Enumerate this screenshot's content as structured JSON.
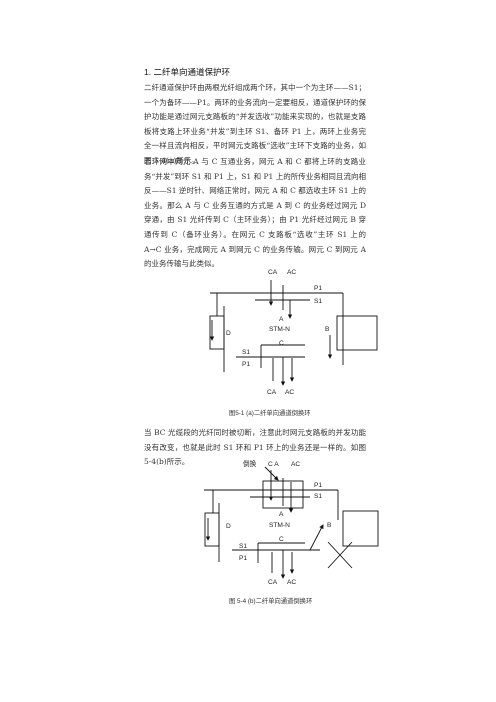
{
  "heading": "1. 二纤单向通道保护环",
  "paragraph1": "二纤通道保护环由两根光纤组成两个环，其中一个为主环——S1；一个为备环——P1。两环的业务流向一定要相反，通道保护环的保护功能是通过网元支路板的“并发选收”功能来实现的，也就是支路板将支路上环业务“并发”到主环 S1、备环 P1 上，两环上业务完全一样且流向相反，平时网元支路板“选收”主环下支路的业务，如图 5-4(a)所示。",
  "paragraph2": "若环网中网元 A 与 C 互通业务，网元 A 和 C 都将上环的支路业务“并发”到环 S1 和 P1 上，S1 和 P1 上的所传业务相同且流向相反——S1 逆时针、网络正常时，网元 A 和 C 都选收主环 S1 上的业务。那么 A 与 C 业务互通的方式是 A 到 C 的业务经过网元 D 穿通，由 S1 光纤传到 C（主环业务）；由 P1 光纤经过网元 B 穿通传到 C（备环业务）。在网元 C 支路板“选收”主环 S1 上的 A→C 业务，完成网元 A 到网元 C 的业务传输。网元 C 到网元 A 的业务传输与此类似。",
  "paragraph3": "当 BC 光缆段的光纤同时被切断，注意此时网元支路板的并发功能没有改变，也就是此时 S1 环和 P1 环上的业务还是一样的。如图 5-4(b)所示。",
  "figure1": {
    "caption": "图5-1  (a)二纤单向通道倒换环",
    "labels": {
      "top_ca": "CA",
      "top_ac": "AC",
      "p1": "P1",
      "s1": "S1",
      "a": "A",
      "stm": "STM-N",
      "c": "C",
      "d": "D",
      "b": "B",
      "s1_low": "S1",
      "p1_low": "P1",
      "bot_ca": "CA",
      "bot_ac": "AC"
    }
  },
  "figure2": {
    "caption": "图 5-4 (b)二纤单向通道倒换环",
    "labels": {
      "switch": "倒换",
      "top_ca": "C A",
      "top_ac": "AC",
      "p1": "P1",
      "s1": "S1",
      "a": "A",
      "stm": "STM-N",
      "c": "C",
      "d": "D",
      "b": "B",
      "s1_low": "S1",
      "p1_low": "P1",
      "bot_ca": "CA",
      "bot_ac": "AC"
    }
  }
}
